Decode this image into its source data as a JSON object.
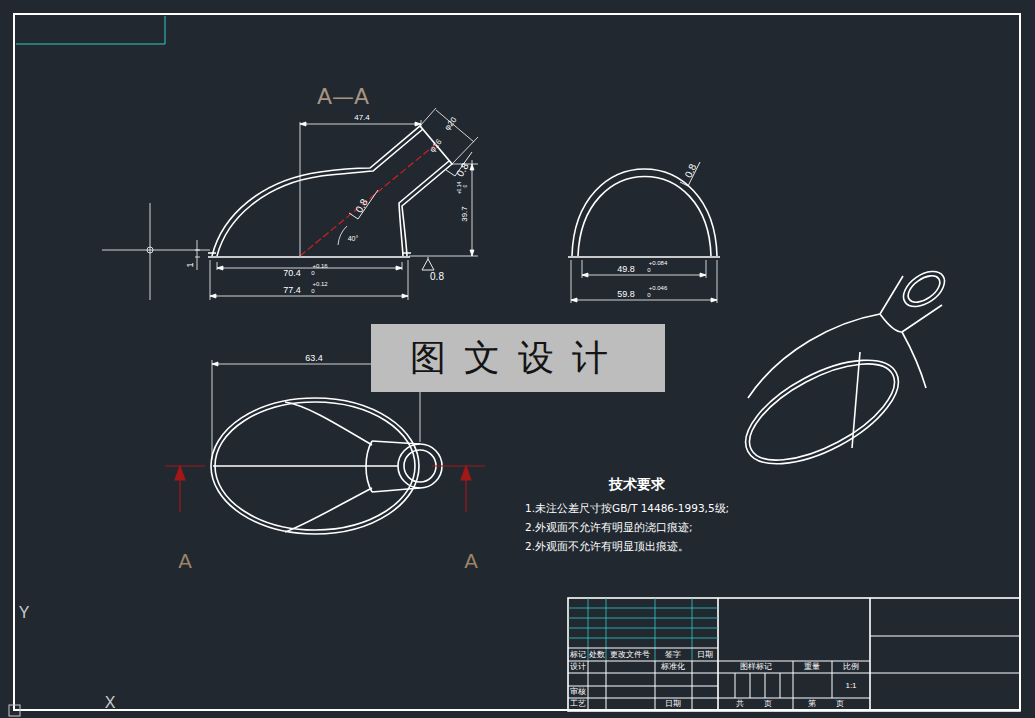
{
  "diagram": {
    "nodes": [
      {
        "text": [
          "图文设计"
        ]
      }
    ],
    "labels": [
      "A—A",
      "47.4",
      "φ20",
      "φ16",
      "0.8",
      "0.8",
      "40°",
      "39.7",
      "+0.14",
      "0",
      "1",
      "70.4",
      "+0.16",
      "0",
      "77.4",
      "+0.12",
      "0",
      "0.8",
      "0.8",
      "49.8",
      "+0.084",
      "0",
      "59.8",
      "+0.046",
      "0",
      "63.4",
      "A",
      "A",
      "技术要求",
      "1.未注公差尺寸按GB/T 14486-1993,5级;",
      "2.外观面不允许有明显的浇口痕迹;",
      "2.外观面不允许有明显顶出痕迹。",
      "标记",
      "处数",
      "更改文件号",
      "签字",
      "日期",
      "设计",
      "标准化",
      "图样标记",
      "重量",
      "比例",
      "1:1",
      "审核",
      "工艺",
      "日期",
      "共",
      "页",
      "第",
      "页",
      "Y",
      "X"
    ]
  }
}
